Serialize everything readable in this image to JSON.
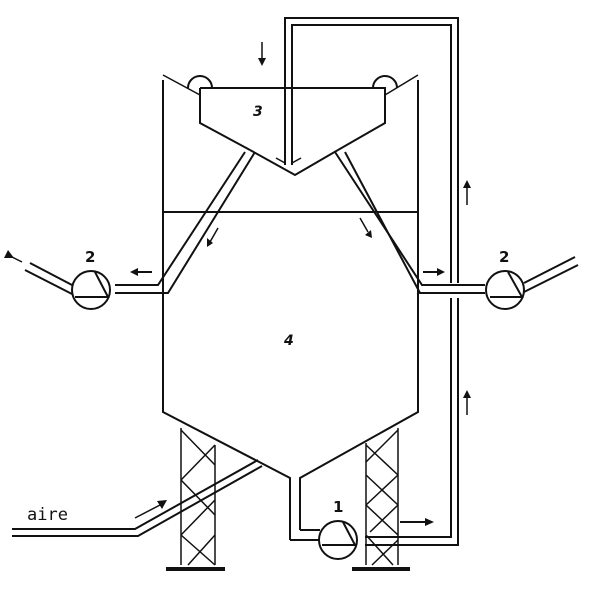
{
  "diagram": {
    "type": "process-flow-schematic",
    "labels": {
      "cyclone": "3",
      "vessel": "4",
      "pump_main": "1",
      "pump_left": "2",
      "pump_right": "2",
      "air_inlet": "aire"
    },
    "components": [
      {
        "id": "1",
        "kind": "pump",
        "role": "recirculation pump at vessel bottom outlet"
      },
      {
        "id": "2",
        "kind": "pump",
        "role": "left side outlet pump"
      },
      {
        "id": "2",
        "kind": "pump",
        "role": "right side outlet pump"
      },
      {
        "id": "3",
        "kind": "cyclone-separator",
        "role": "top distributor / separator"
      },
      {
        "id": "4",
        "kind": "vessel",
        "role": "main conical-bottom tank"
      }
    ],
    "flows": [
      "air enters through inclined pipe into bottom cone",
      "pump 1 sends bottom product right and up the recirculation line",
      "recirculation line returns down into cyclone 3",
      "two sloped legs from cyclone 3 descend to side outlets",
      "side outlets lead to pumps 2 (left and right)"
    ],
    "colors": {
      "line": "#111111",
      "background": "#ffffff"
    }
  }
}
